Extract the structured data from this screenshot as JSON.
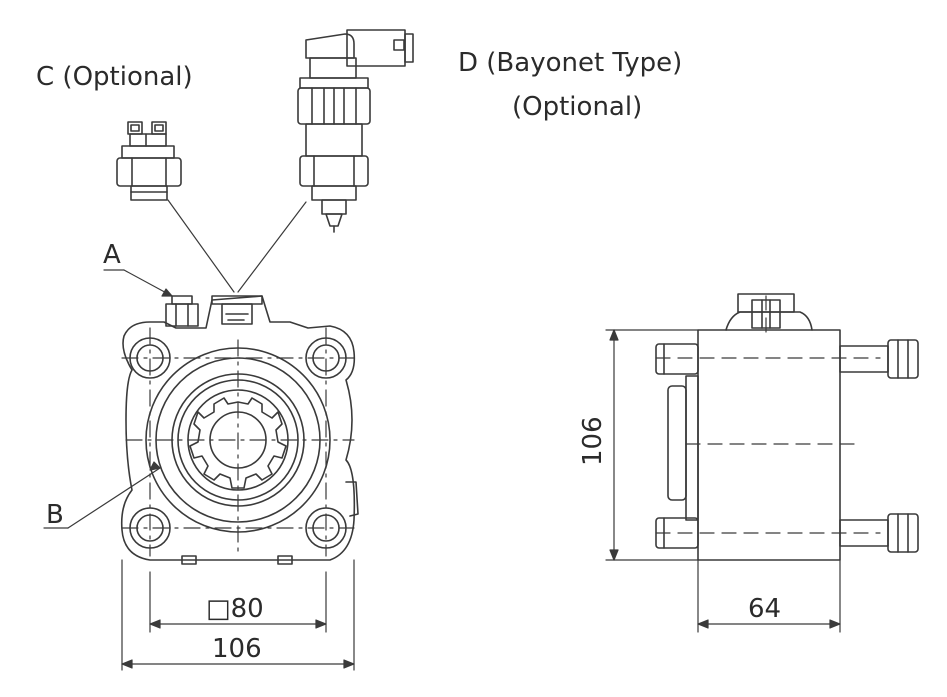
{
  "labels": {
    "option_c": "C (Optional)",
    "option_d_line1": "D (Bayonet Type)",
    "option_d_line2": "(Optional)",
    "marker_a": "A",
    "marker_b": "B"
  },
  "dimensions": {
    "square_80": "□80",
    "width_106": "106",
    "height_106": "106",
    "depth_64": "64"
  },
  "colors": {
    "line": "#3a3a3a",
    "text": "#2b2b2b"
  }
}
